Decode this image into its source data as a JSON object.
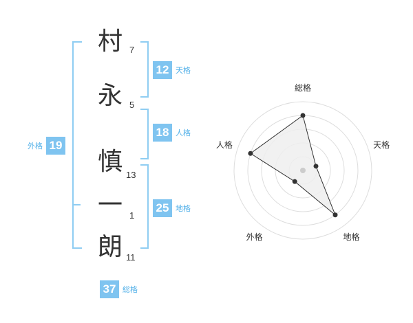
{
  "name": {
    "chars": [
      {
        "char": "村",
        "strokes": "7"
      },
      {
        "char": "永",
        "strokes": "5"
      },
      {
        "char": "慎",
        "strokes": "13"
      },
      {
        "char": "一",
        "strokes": "1"
      },
      {
        "char": "朗",
        "strokes": "11"
      }
    ]
  },
  "fortunes": {
    "tenkaku": {
      "value": "12",
      "label": "天格"
    },
    "jinkaku": {
      "value": "18",
      "label": "人格"
    },
    "chikaku": {
      "value": "25",
      "label": "地格"
    },
    "gaikaku": {
      "value": "19",
      "label": "外格"
    },
    "soukaku": {
      "value": "37",
      "label": "総格"
    }
  },
  "chart_data": {
    "type": "radar",
    "axes": [
      "総格",
      "天格",
      "地格",
      "外格",
      "人格"
    ],
    "values": [
      4,
      1,
      4,
      1,
      4
    ],
    "max": 5,
    "colors": {
      "fill": "#eeeeee",
      "stroke": "#333333",
      "grid": "#dddddd",
      "point": "#333333",
      "center": "#cccccc"
    }
  }
}
